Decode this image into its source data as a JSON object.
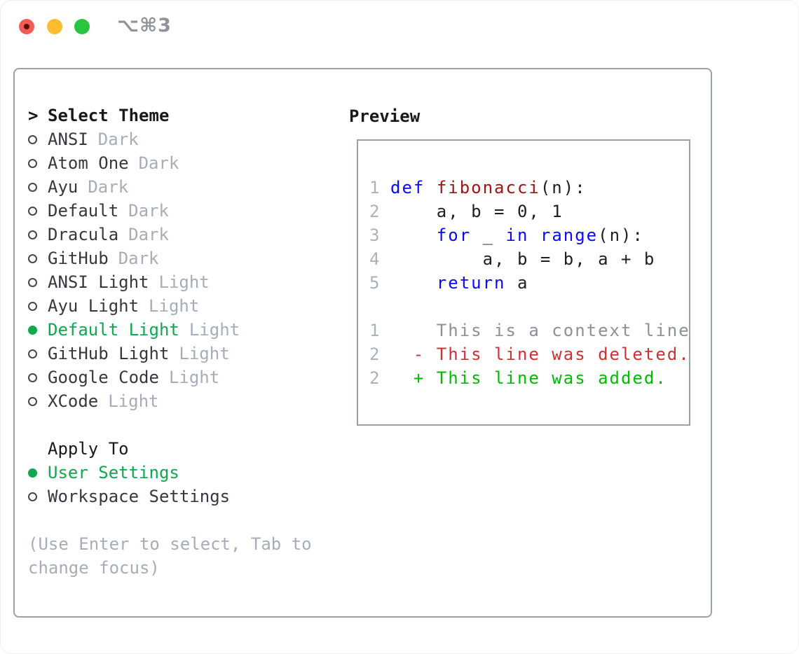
{
  "window": {
    "title": "⌥⌘3"
  },
  "theme_picker": {
    "prompt": ">",
    "header": "Select Theme",
    "items": [
      {
        "name": "ANSI",
        "variant": "Dark",
        "selected": false
      },
      {
        "name": "Atom One",
        "variant": "Dark",
        "selected": false
      },
      {
        "name": "Ayu",
        "variant": "Dark",
        "selected": false
      },
      {
        "name": "Default",
        "variant": "Dark",
        "selected": false
      },
      {
        "name": "Dracula",
        "variant": "Dark",
        "selected": false
      },
      {
        "name": "GitHub",
        "variant": "Dark",
        "selected": false
      },
      {
        "name": "ANSI Light",
        "variant": "Light",
        "selected": false
      },
      {
        "name": "Ayu Light",
        "variant": "Light",
        "selected": false
      },
      {
        "name": "Default Light",
        "variant": "Light",
        "selected": true
      },
      {
        "name": "GitHub Light",
        "variant": "Light",
        "selected": false
      },
      {
        "name": "Google Code",
        "variant": "Light",
        "selected": false
      },
      {
        "name": "XCode",
        "variant": "Light",
        "selected": false
      }
    ]
  },
  "apply_to": {
    "header": "Apply To",
    "options": [
      {
        "name": "User Settings",
        "selected": true
      },
      {
        "name": "Workspace Settings",
        "selected": false
      }
    ]
  },
  "help": {
    "line1": "(Use Enter to select, Tab to",
    "line2": "change focus)"
  },
  "preview": {
    "title": "Preview",
    "code_lines": [
      {
        "num": "1",
        "tokens": [
          {
            "t": "def",
            "c": "kw"
          },
          {
            "t": " ",
            "c": "pl"
          },
          {
            "t": "fibonacci",
            "c": "fn"
          },
          {
            "t": "(n):",
            "c": "pl"
          }
        ]
      },
      {
        "num": "2",
        "tokens": [
          {
            "t": "    a, b = 0, 1",
            "c": "pl"
          }
        ]
      },
      {
        "num": "3",
        "tokens": [
          {
            "t": "    ",
            "c": "pl"
          },
          {
            "t": "for",
            "c": "kw"
          },
          {
            "t": " _ ",
            "c": "pl"
          },
          {
            "t": "in",
            "c": "kw"
          },
          {
            "t": " ",
            "c": "pl"
          },
          {
            "t": "range",
            "c": "kw"
          },
          {
            "t": "(n):",
            "c": "pl"
          }
        ]
      },
      {
        "num": "4",
        "tokens": [
          {
            "t": "        a, b = b, a + b",
            "c": "pl"
          }
        ]
      },
      {
        "num": "5",
        "tokens": [
          {
            "t": "    ",
            "c": "pl"
          },
          {
            "t": "return",
            "c": "kw"
          },
          {
            "t": " a",
            "c": "pl"
          }
        ]
      }
    ],
    "diff_lines": [
      {
        "num": "1",
        "tokens": [
          {
            "t": "    This is a context line.",
            "c": "ctx"
          }
        ]
      },
      {
        "num": "2",
        "tokens": [
          {
            "t": "  - This line was deleted.",
            "c": "del"
          }
        ]
      },
      {
        "num": "2",
        "tokens": [
          {
            "t": "  + This line was added.",
            "c": "add"
          }
        ]
      }
    ]
  },
  "colors": {
    "selection_green": "#0fa84c",
    "added_green": "#00bc00",
    "deleted_red": "#cd3131",
    "keyword_blue": "#0909ff",
    "function_red": "#a31515",
    "muted_gray": "#a6adb8",
    "line_number_gray": "#a9b2bc",
    "context_gray": "#8a9199",
    "text_dark": "#2f3337",
    "border_gray": "#9aa1ab",
    "title_gray": "#8e939a",
    "traffic_red": "#f35c54",
    "traffic_yellow": "#fdbc2e",
    "traffic_green": "#2ac53e"
  }
}
